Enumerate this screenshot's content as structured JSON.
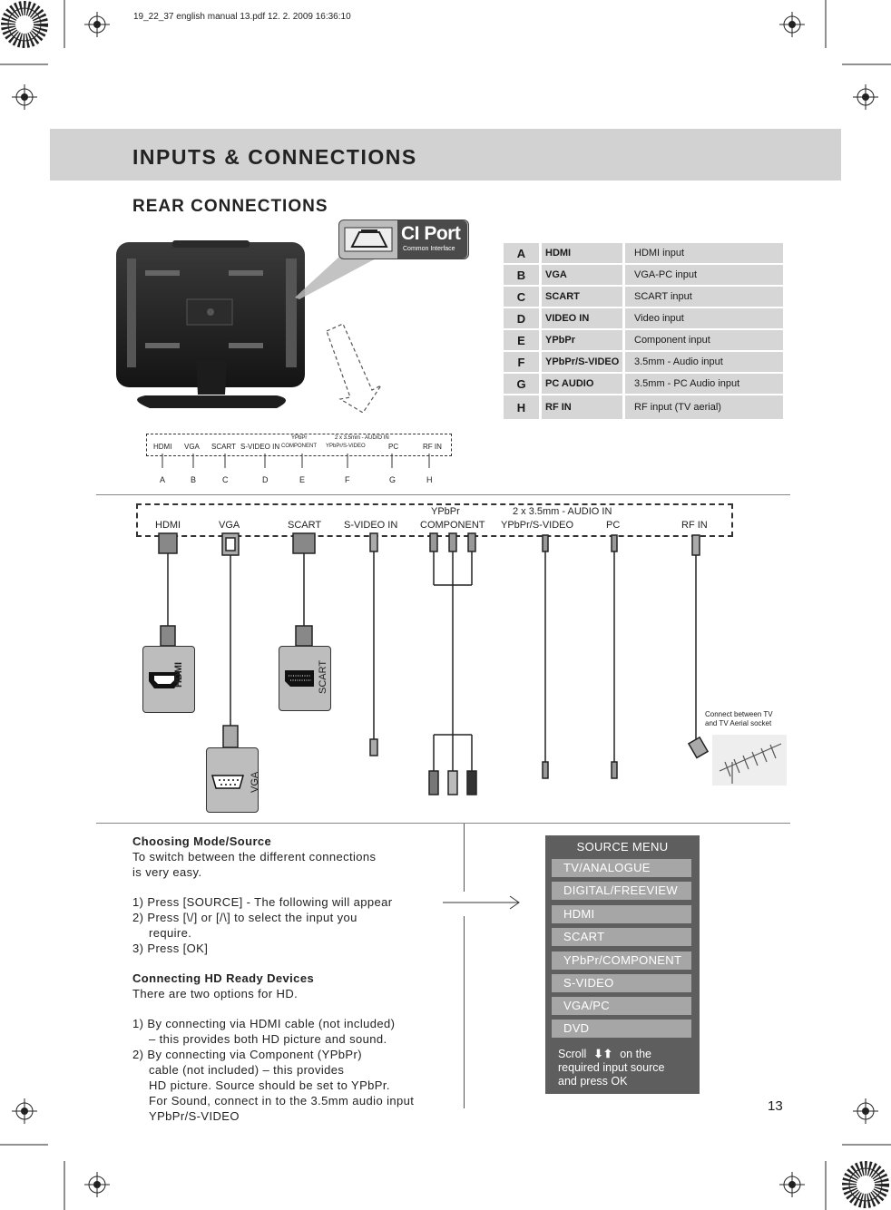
{
  "print_meta": "19_22_37 english manual 13.pdf   12. 2. 2009   16:36:10",
  "header": {
    "title": "INPUTS & CONNECTIONS"
  },
  "section_title": "REAR CONNECTIONS",
  "ci_port": {
    "title": "CI Port",
    "subtitle": "Common Interface"
  },
  "connections_table": [
    {
      "letter": "A",
      "name": "HDMI",
      "description": "HDMI input"
    },
    {
      "letter": "B",
      "name": "VGA",
      "description": "VGA-PC input"
    },
    {
      "letter": "C",
      "name": "SCART",
      "description": "SCART input"
    },
    {
      "letter": "D",
      "name": "VIDEO IN",
      "description": "Video input"
    },
    {
      "letter": "E",
      "name": "YPbPr",
      "description": "Component input"
    },
    {
      "letter": "F",
      "name": "YPbPr/S-VIDEO",
      "description": " 3.5mm - Audio input"
    },
    {
      "letter": "G",
      "name": "PC AUDIO",
      "description": "3.5mm - PC Audio input"
    },
    {
      "letter": "H",
      "name": "RF IN",
      "description": "RF input (TV aerial)"
    }
  ],
  "small_panel": {
    "top_labels": {
      "ypbpr": "YPbPr",
      "audio": "2 x 3.5mm - AUDIO IN"
    },
    "labels": [
      "HDMI",
      "VGA",
      "SCART",
      "S-VIDEO IN",
      "COMPONENT",
      "YPbPr/S-VIDEO",
      "PC",
      "RF IN"
    ],
    "letters": [
      "A",
      "B",
      "C",
      "D",
      "E",
      "F",
      "G",
      "H"
    ]
  },
  "big_panel": {
    "top_labels": {
      "ypbpr": "YPbPr",
      "audio": "2 x 3.5mm - AUDIO IN"
    },
    "labels": [
      "HDMI",
      "VGA",
      "SCART",
      "S-VIDEO IN",
      "COMPONENT",
      "YPbPr/S-VIDEO",
      "PC",
      "RF IN"
    ]
  },
  "devices": {
    "hdmi": "HDMI",
    "scart": "SCART",
    "vga": "VGA"
  },
  "aerial_note": [
    "Connect between TV",
    "and TV Aerial socket"
  ],
  "choosing": {
    "heading": "Choosing Mode/Source",
    "intro": [
      "To switch between the different connections",
      "is very easy."
    ],
    "steps": [
      "1) Press [SOURCE] - The following will appear",
      "2) Press [\\/] or [/\\] to select the input you",
      "require.",
      "3) Press [OK]"
    ]
  },
  "hd_devices": {
    "heading": "Connecting HD Ready Devices",
    "intro": "There are two options for HD.",
    "lines": [
      "1) By connecting via HDMI cable (not included)",
      "– this provides both HD picture and sound.",
      "2) By connecting via Component (YPbPr)",
      "cable (not included) – this provides",
      "HD picture. Source should be set to YPbPr.",
      "For Sound, connect in to the 3.5mm audio input",
      "YPbPr/S-VIDEO"
    ]
  },
  "source_menu": {
    "title": "SOURCE MENU",
    "items": [
      "TV/ANALOGUE",
      "DIGITAL/FREEVIEW",
      "HDMI",
      "SCART",
      "YPbPr/COMPONENT",
      "S-VIDEO",
      "VGA/PC",
      "DVD"
    ],
    "footer": [
      "Scroll",
      "on the",
      "required input source",
      "and press OK"
    ]
  },
  "page_number": "13"
}
